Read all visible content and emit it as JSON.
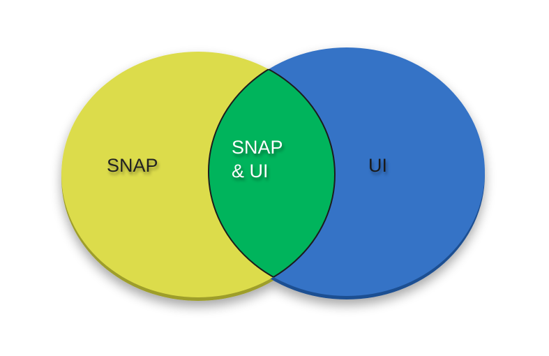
{
  "diagram": {
    "type": "venn",
    "sets": [
      {
        "label": "SNAP",
        "color": "#dcdc4c"
      },
      {
        "label": "UI",
        "color": "#3673c6"
      }
    ],
    "intersection": {
      "label_line1": "SNAP",
      "label_line2": "& UI",
      "color": "#00b45c"
    }
  }
}
